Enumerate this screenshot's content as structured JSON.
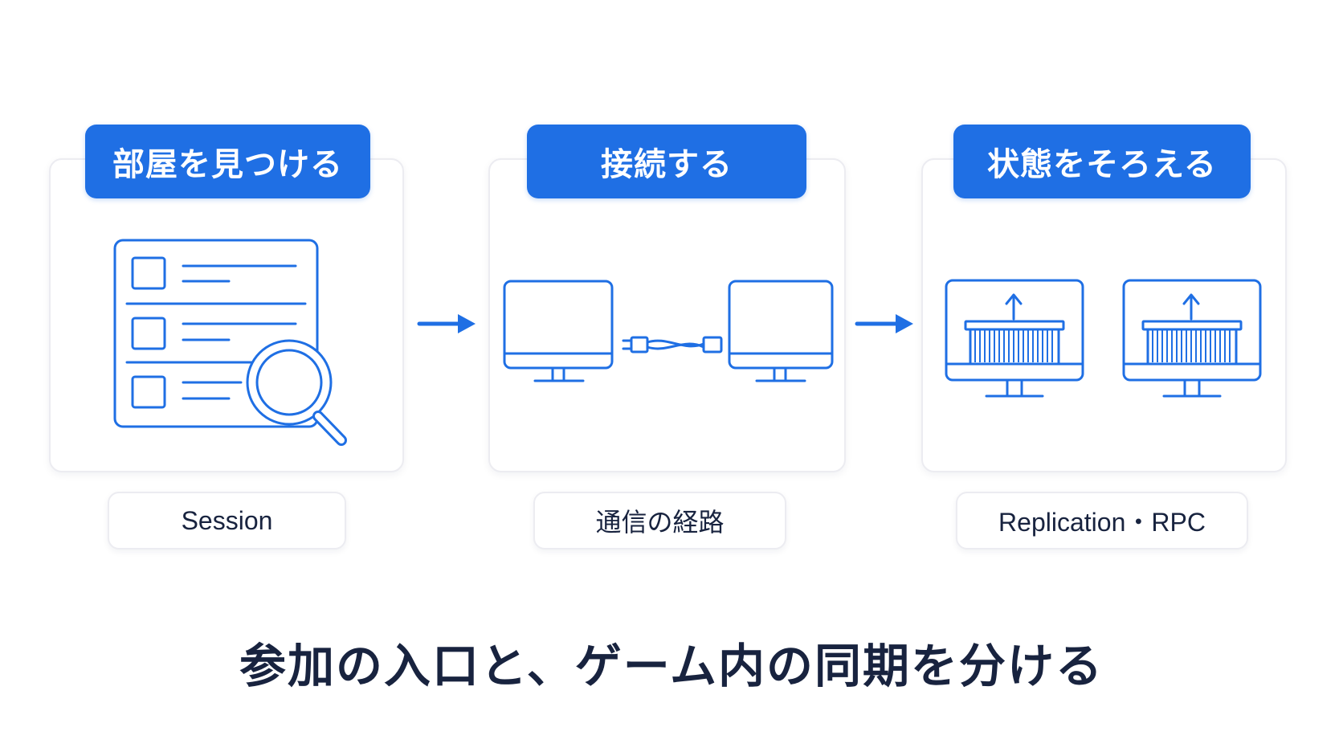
{
  "steps": [
    {
      "heading": "部屋を見つける",
      "label": "Session",
      "icon": "list-search-icon"
    },
    {
      "heading": "接続する",
      "label": "通信の経路",
      "icon": "connected-monitors-icon"
    },
    {
      "heading": "状態をそろえる",
      "label": "Replication・RPC",
      "icon": "sync-monitors-icon"
    }
  ],
  "caption": "参加の入口と、ゲーム内の同期を分ける",
  "colors": {
    "accent": "#1f6fe4",
    "text": "#18233f",
    "card_border": "#ececf1"
  }
}
